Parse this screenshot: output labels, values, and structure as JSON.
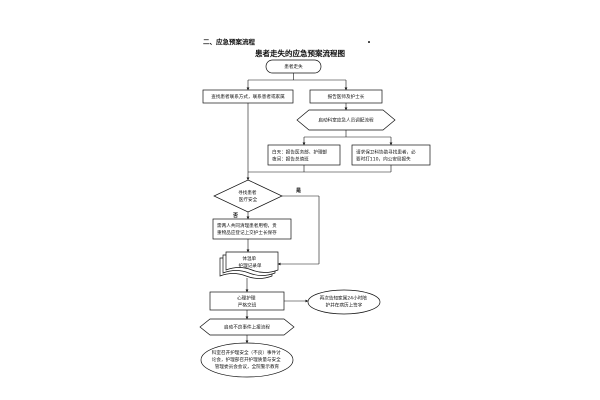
{
  "heading": "二、应急预案流程",
  "title": "患者走失的应急预案流程图",
  "nodes": {
    "start": "患者走失",
    "find_contact": "查找患者联系方式，联系患者或家属",
    "report_head": "报告医师及护士长",
    "activate": [
      "启动科室应急人员调配流程"
    ],
    "daytime": [
      "白天：报告医务部、护理部",
      "夜间：报告总值班"
    ],
    "request_security": [
      "请求保卫科协助寻找患者，必",
      "要时打110，向公安局报失"
    ],
    "decision_found": [
      "寻找患者",
      "医疗安全"
    ],
    "two_people": [
      "需两人共同清理患者用物，贵",
      "重物品应登记上交护士长保存"
    ],
    "docs": [
      "体温单",
      "护理记录单"
    ],
    "psych": [
      "心理护理",
      "严格交班"
    ],
    "family": [
      "再次告知家属24小时陪",
      "护并在病历上签字"
    ],
    "adverse": "启动不良事件上报流程",
    "final": [
      "科室召开护理安全（不良）事件讨",
      "论会，护理部召开护理质量与安全",
      "管理委员会会议，全院警示教育"
    ]
  },
  "edge_labels": {
    "yes": "是",
    "no": "否"
  }
}
